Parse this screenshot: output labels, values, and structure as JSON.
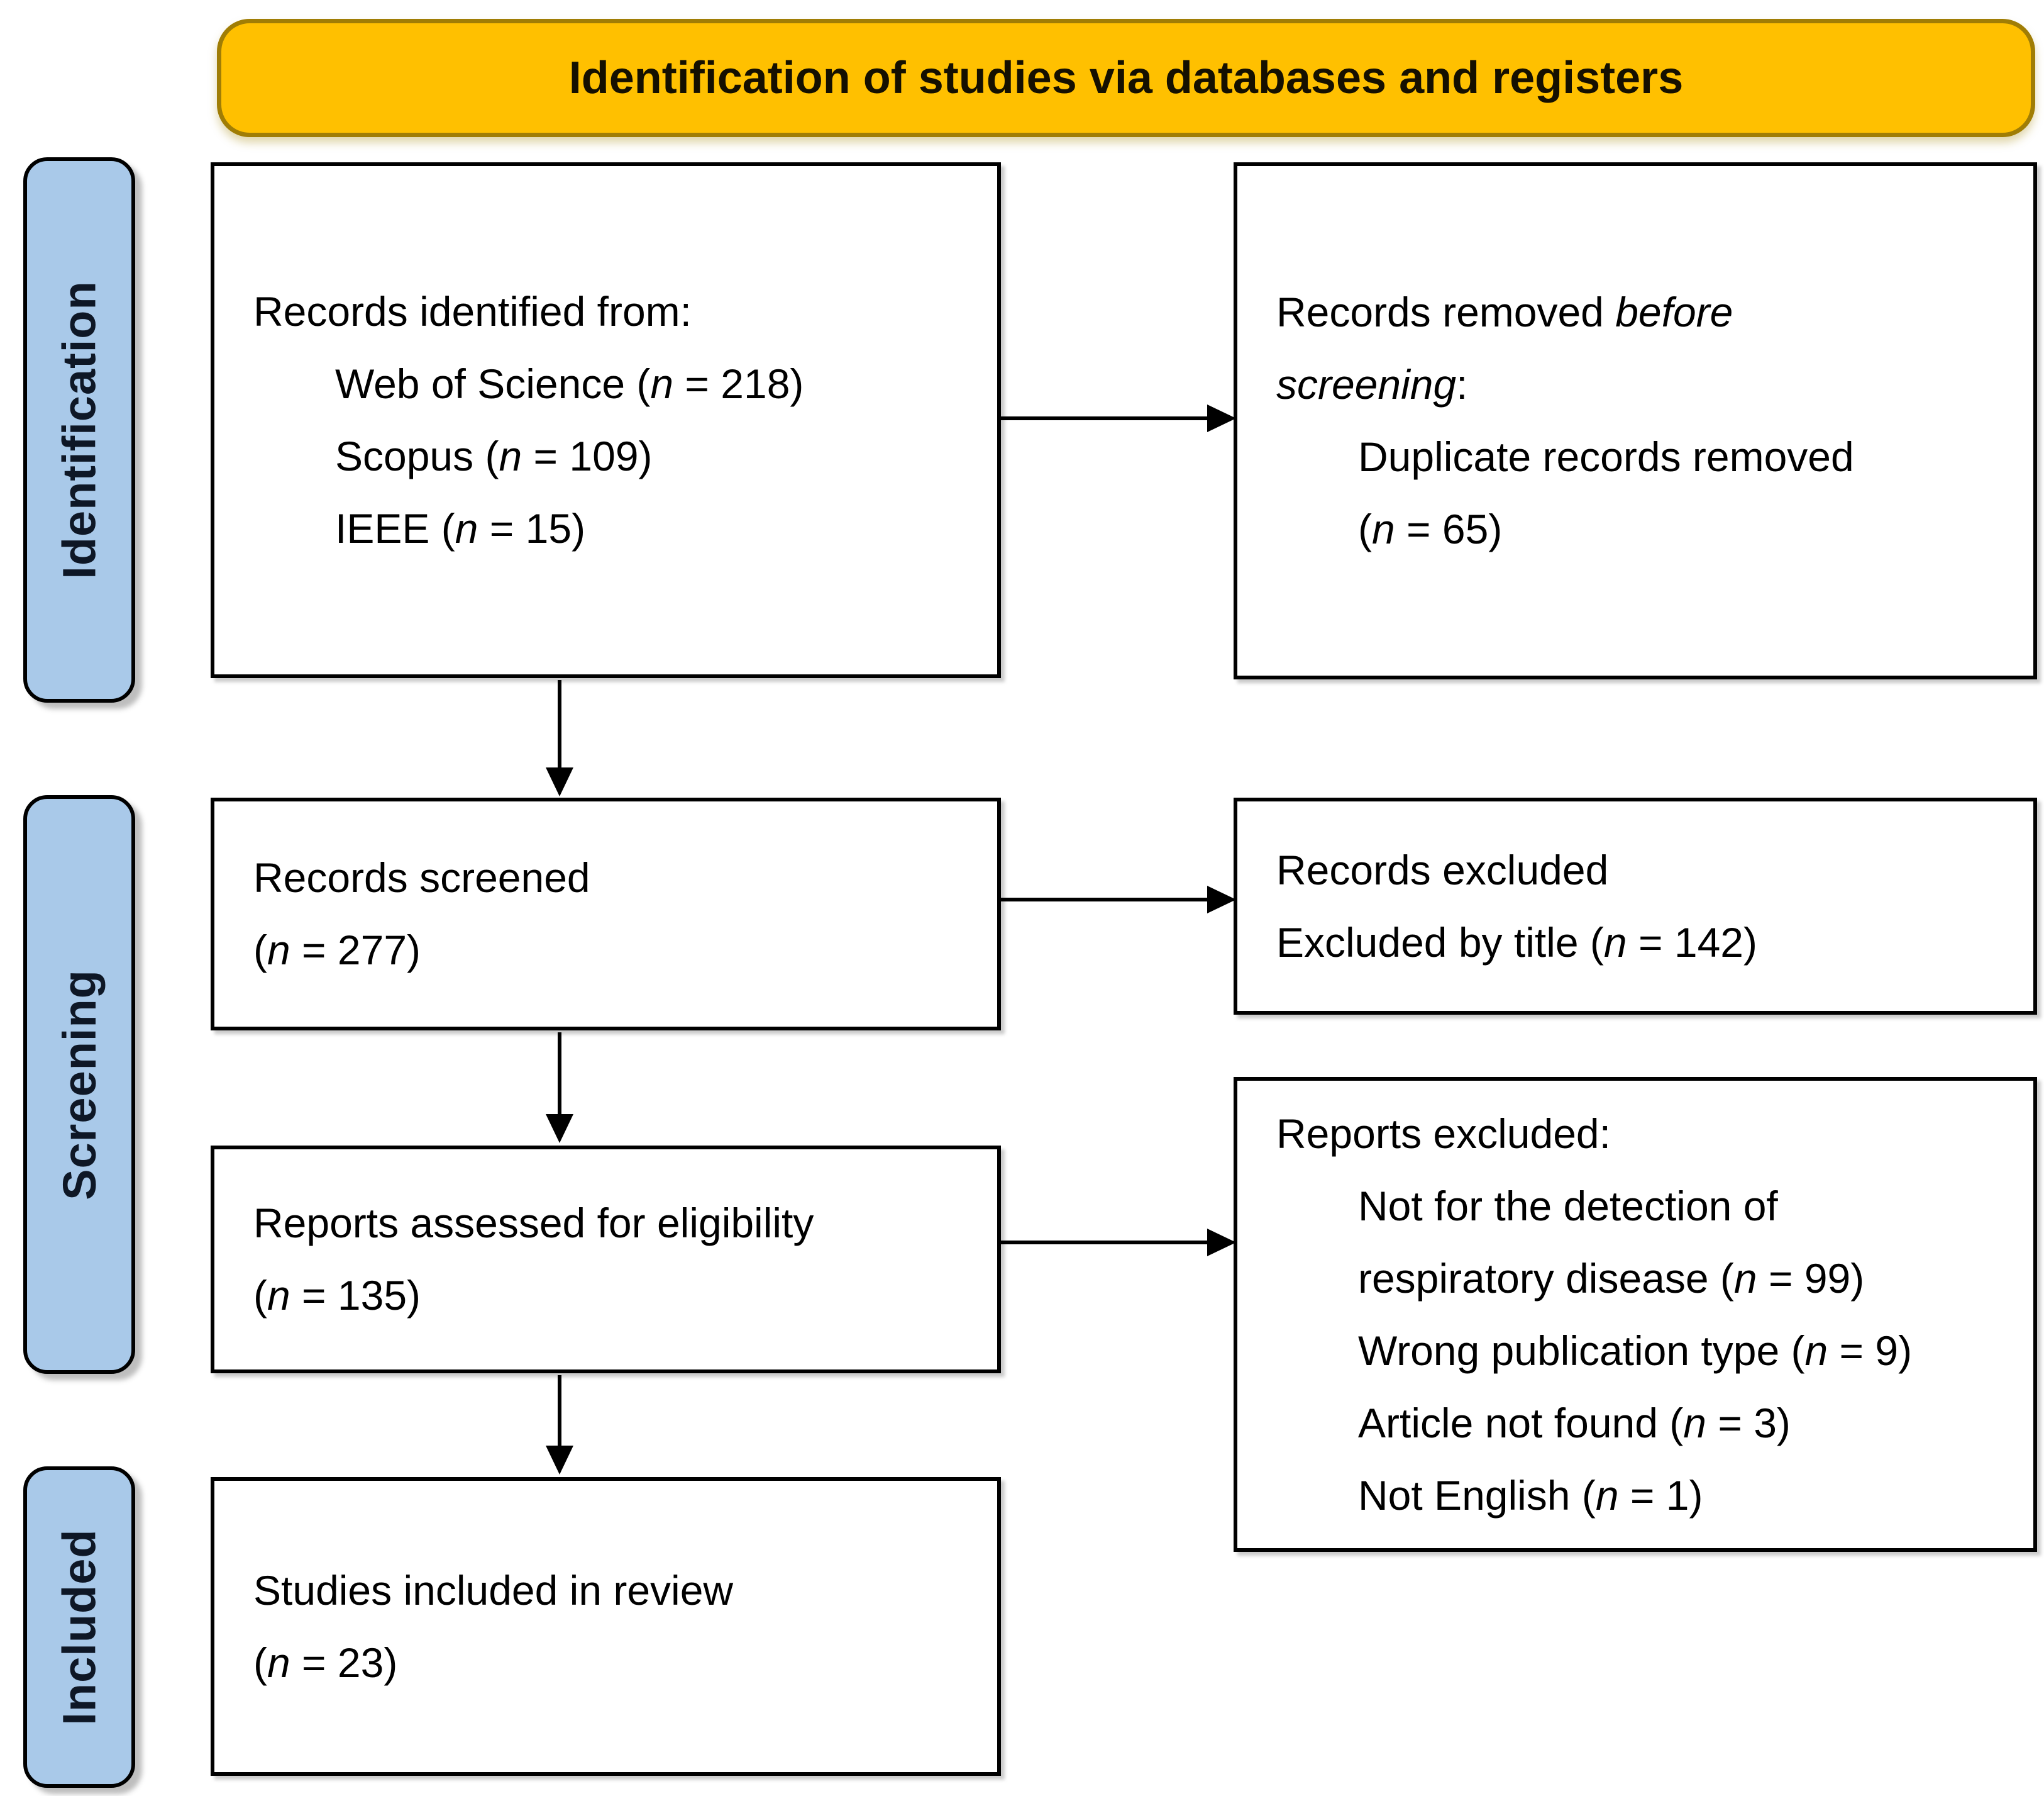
{
  "header": {
    "title": "Identification of studies via databases and registers"
  },
  "stages": {
    "identification": "Identification",
    "screening": "Screening",
    "included": "Included"
  },
  "boxes": {
    "records_identified": {
      "lines": [
        {
          "indent": 0,
          "segs": [
            {
              "t": "Records identified from:"
            }
          ]
        },
        {
          "indent": 1,
          "segs": [
            {
              "t": "Web of Science ("
            },
            {
              "t": "n",
              "i": true
            },
            {
              "t": " = 218)"
            }
          ]
        },
        {
          "indent": 1,
          "segs": [
            {
              "t": "Scopus ("
            },
            {
              "t": "n",
              "i": true
            },
            {
              "t": " = 109)"
            }
          ]
        },
        {
          "indent": 1,
          "segs": [
            {
              "t": "IEEE ("
            },
            {
              "t": "n",
              "i": true
            },
            {
              "t": " = 15)"
            }
          ]
        }
      ]
    },
    "records_removed": {
      "lines": [
        {
          "indent": 0,
          "segs": [
            {
              "t": "Records removed "
            },
            {
              "t": "before",
              "i": true
            }
          ]
        },
        {
          "indent": 0,
          "segs": [
            {
              "t": "screening",
              "i": true
            },
            {
              "t": ":"
            }
          ]
        },
        {
          "indent": 1,
          "segs": [
            {
              "t": "Duplicate records removed"
            }
          ]
        },
        {
          "indent": 1,
          "segs": [
            {
              "t": "("
            },
            {
              "t": "n",
              "i": true
            },
            {
              "t": " = 65)"
            }
          ]
        }
      ]
    },
    "records_screened": {
      "lines": [
        {
          "indent": 0,
          "segs": [
            {
              "t": "Records screened"
            }
          ]
        },
        {
          "indent": 0,
          "segs": [
            {
              "t": "("
            },
            {
              "t": "n",
              "i": true
            },
            {
              "t": " = 277)"
            }
          ]
        }
      ]
    },
    "records_excluded": {
      "lines": [
        {
          "indent": 0,
          "segs": [
            {
              "t": "Records excluded"
            }
          ]
        },
        {
          "indent": 0,
          "segs": [
            {
              "t": "Excluded by title ("
            },
            {
              "t": "n",
              "i": true
            },
            {
              "t": " = 142)"
            }
          ]
        }
      ]
    },
    "reports_assessed": {
      "lines": [
        {
          "indent": 0,
          "segs": [
            {
              "t": "Reports assessed for eligibility"
            }
          ]
        },
        {
          "indent": 0,
          "segs": [
            {
              "t": "("
            },
            {
              "t": "n",
              "i": true
            },
            {
              "t": " = 135)"
            }
          ]
        }
      ]
    },
    "reports_excluded": {
      "lines": [
        {
          "indent": 0,
          "segs": [
            {
              "t": "Reports excluded:"
            }
          ]
        },
        {
          "indent": 1,
          "segs": [
            {
              "t": "Not for the detection of"
            }
          ]
        },
        {
          "indent": 1,
          "segs": [
            {
              "t": "respiratory disease ("
            },
            {
              "t": "n",
              "i": true
            },
            {
              "t": " = 99)"
            }
          ]
        },
        {
          "indent": 1,
          "segs": [
            {
              "t": "Wrong publication type ("
            },
            {
              "t": "n",
              "i": true
            },
            {
              "t": " = 9)"
            }
          ]
        },
        {
          "indent": 1,
          "segs": [
            {
              "t": "Article not found ("
            },
            {
              "t": "n",
              "i": true
            },
            {
              "t": " = 3)"
            }
          ]
        },
        {
          "indent": 1,
          "segs": [
            {
              "t": "Not English ("
            },
            {
              "t": "n",
              "i": true
            },
            {
              "t": " = 1)"
            }
          ]
        }
      ]
    },
    "studies_included": {
      "lines": [
        {
          "indent": 0,
          "segs": [
            {
              "t": "Studies included in review"
            }
          ]
        },
        {
          "indent": 0,
          "segs": [
            {
              "t": "("
            },
            {
              "t": "n",
              "i": true
            },
            {
              "t": " = 23)"
            }
          ]
        }
      ]
    }
  },
  "colors": {
    "header_fill": "#FFC000",
    "header_border": "#A07D05",
    "stage_fill": "#A9C9E9",
    "stage_text": "#0E1726",
    "box_border": "#000000",
    "arrow": "#000000",
    "background": "#FFFFFF"
  }
}
